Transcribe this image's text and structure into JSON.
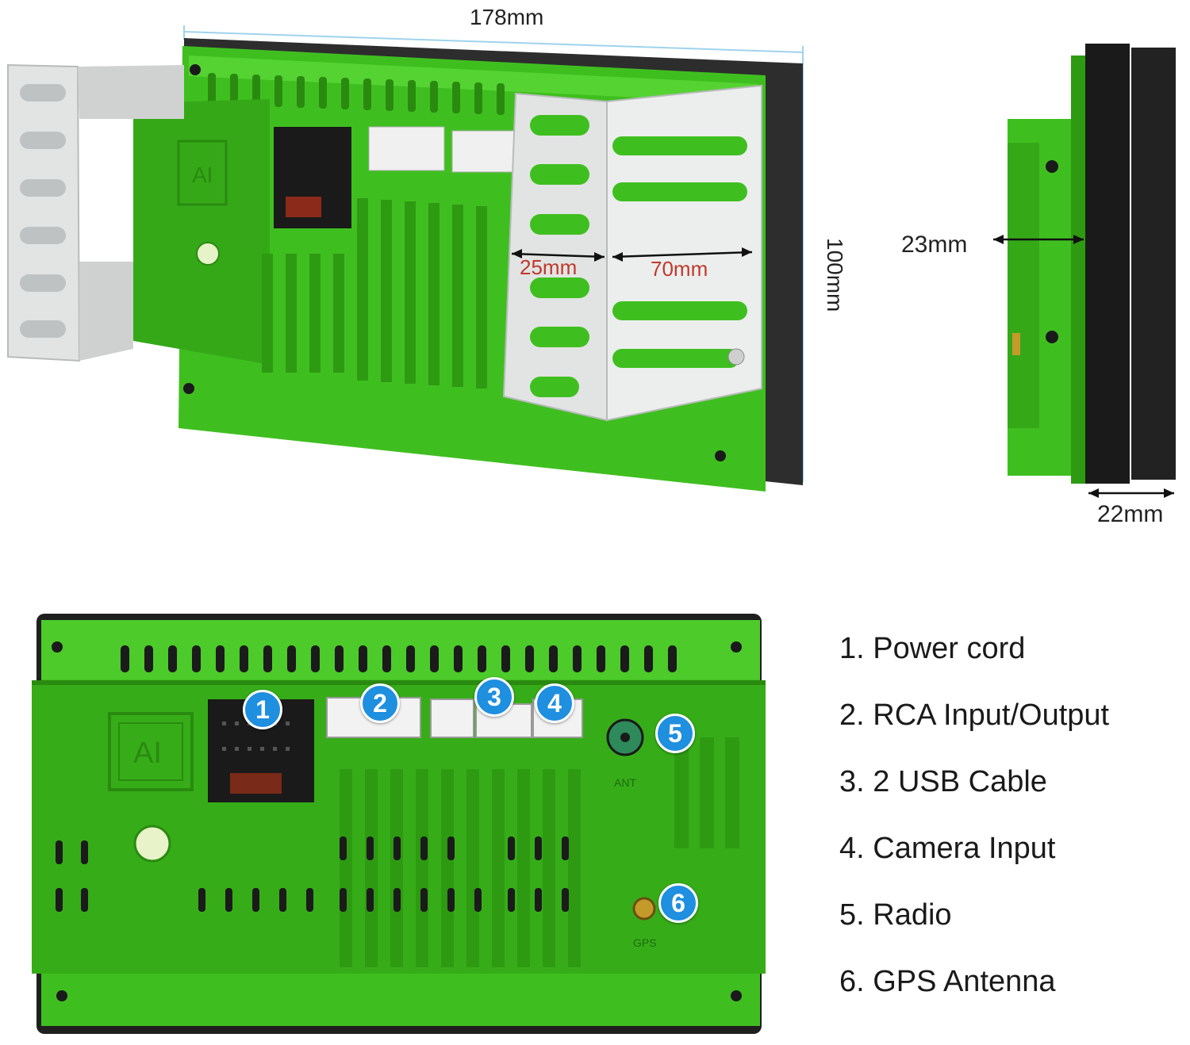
{
  "dimensions": {
    "width": "178mm",
    "height": "100mm",
    "bracket_left": "25mm",
    "bracket_right": "70mm",
    "side_depth": "23mm",
    "panel_depth": "22mm"
  },
  "unit_markings": {
    "logo": "AI",
    "ant_label": "ANT",
    "gps_label": "GPS"
  },
  "badges": [
    "1",
    "2",
    "3",
    "4",
    "5",
    "6"
  ],
  "legend": [
    {
      "text": "1. Power cord"
    },
    {
      "text": "2. RCA Input/Output"
    },
    {
      "text": "3. 2 USB Cable"
    },
    {
      "text": "4. Camera Input"
    },
    {
      "text": "5. Radio"
    },
    {
      "text": "6. GPS Antenna"
    }
  ],
  "colors": {
    "housing_green": "#3fbf1f",
    "housing_dark_green": "#2e9a12",
    "bracket_silver": "#e2e4e4",
    "badge_blue": "#1f8fe0",
    "dimension_line": "#9fd3ee",
    "label_red": "#c0392b"
  }
}
